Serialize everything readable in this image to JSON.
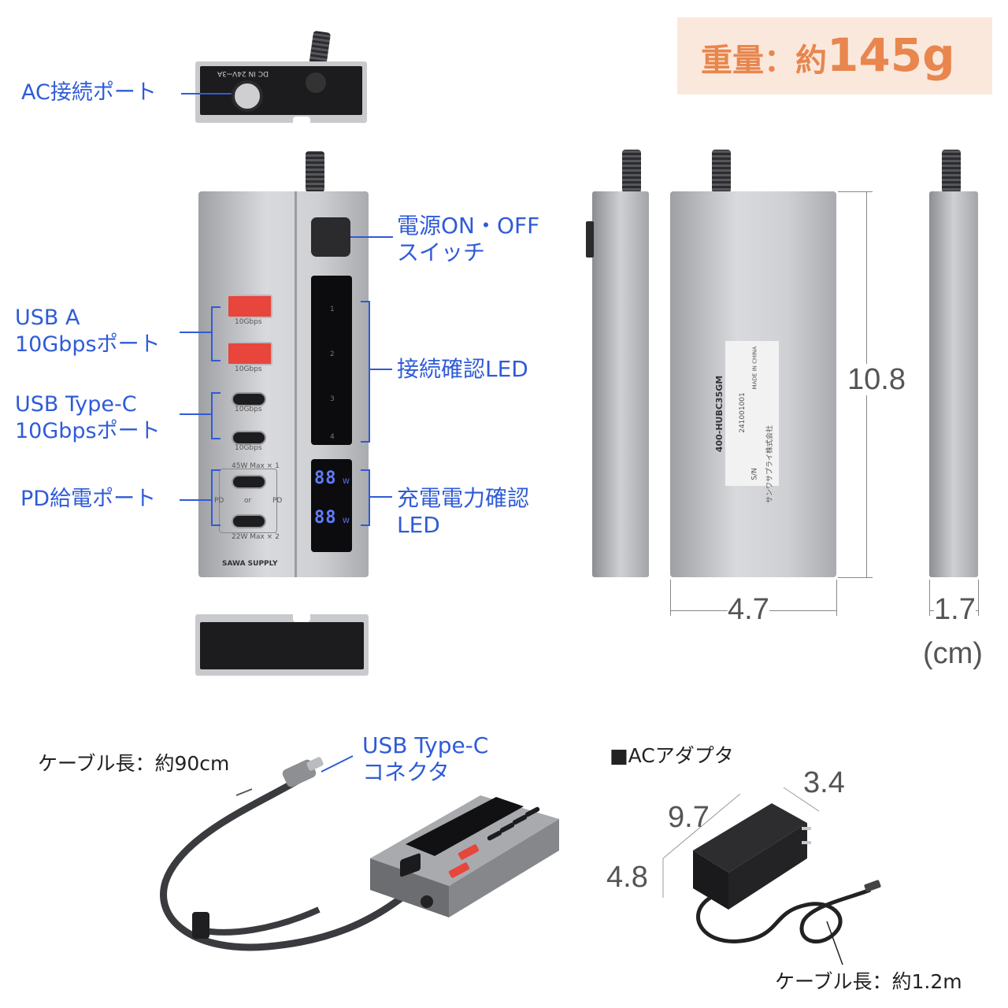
{
  "weight": {
    "label": "重量：約",
    "value": "145g"
  },
  "labels": {
    "ac_port": "AC接続ポート",
    "power_switch": "電源ON・OFF\nスイッチ",
    "usb_a": "USB A\n10Gbpsポート",
    "usb_c": "USB Type-C\n10Gbpsポート",
    "pd": "PD給電ポート",
    "connect_led": "接続確認LED",
    "power_led": "充電電力確認\nLED",
    "usb_c_connector": "USB Type-C\nコネクタ",
    "cable_length": "ケーブル長：約90cm",
    "ac_adapter": "■ACアダプタ",
    "adapter_cable": "ケーブル長：約1.2m"
  },
  "device": {
    "dc_in": "DC IN 24V⎓3A",
    "port_speed": "10Gbps",
    "pd_top": "45W Max × 1",
    "pd_bottom": "22W Max × 2",
    "pd": "PD",
    "or": "or",
    "brand": "SAWA SUPPLY",
    "led_numbers": [
      "1",
      "2",
      "3",
      "4"
    ],
    "meter_value": "88",
    "meter_unit": "W",
    "label_model": "400-HUBC35GM",
    "label_sn": "S/N",
    "label_sn_value": "241001001",
    "label_made": "MADE IN CHINA",
    "label_company": "サンワサプライ株式会社"
  },
  "dimensions": {
    "height": "10.8",
    "width": "4.7",
    "depth": "1.7",
    "unit": "(cm)",
    "adapter_length": "9.7",
    "adapter_width": "3.4",
    "adapter_height": "4.8"
  },
  "colors": {
    "label_blue": "#2f5bd8",
    "weight_text": "#e8864e",
    "weight_bg": "#fbe8dc",
    "led_blue": "#5f7cff"
  }
}
